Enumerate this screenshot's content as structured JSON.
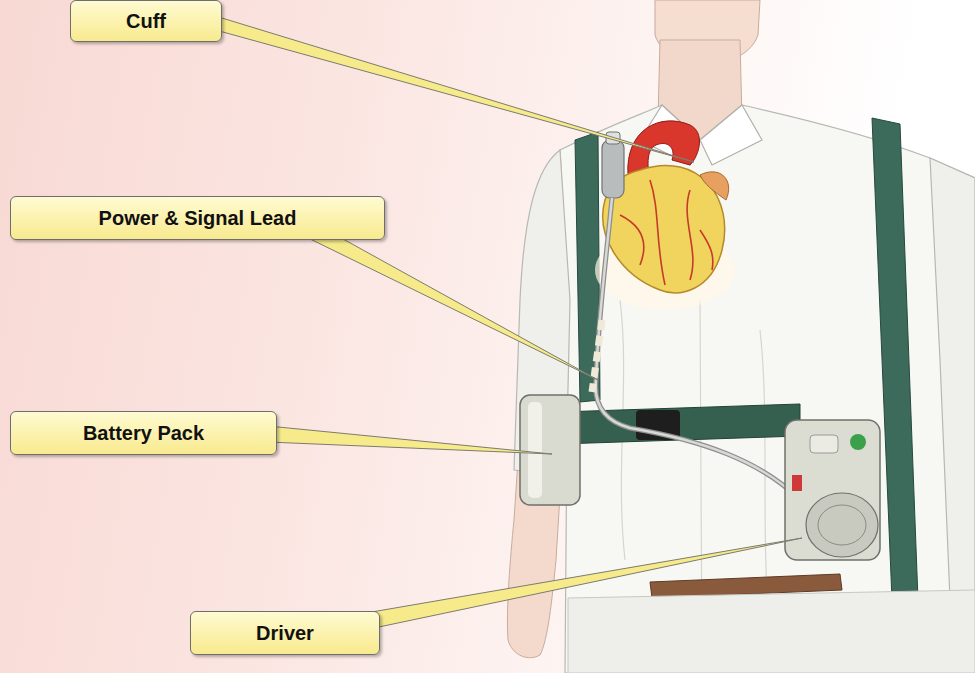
{
  "diagram": {
    "nodes": [
      {
        "text": [
          "Cuff"
        ]
      },
      {
        "text": [
          "Power & Signal Lead"
        ]
      },
      {
        "text": [
          "Battery Pack"
        ]
      },
      {
        "text": [
          "Driver"
        ]
      }
    ]
  }
}
